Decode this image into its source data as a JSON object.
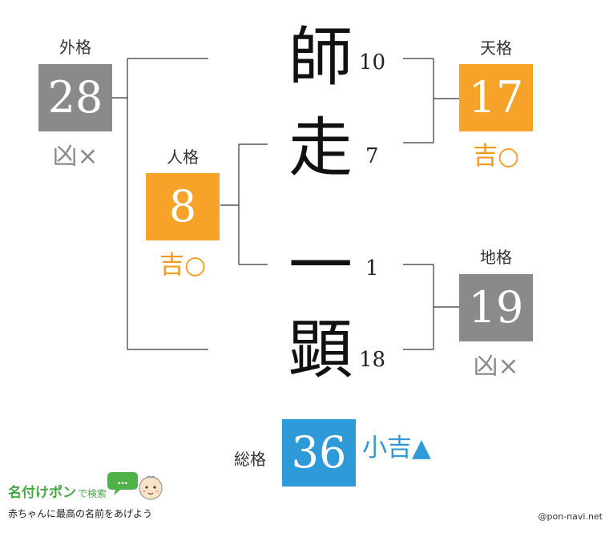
{
  "name_characters": [
    {
      "char": "師",
      "strokes": "10"
    },
    {
      "char": "走",
      "strokes": "7"
    },
    {
      "char": "一",
      "strokes": "1"
    },
    {
      "char": "顕",
      "strokes": "18"
    }
  ],
  "gaikaku": {
    "label": "外格",
    "value": "28",
    "fortune": "凶×",
    "color": "#8a8a8a"
  },
  "tenkaku": {
    "label": "天格",
    "value": "17",
    "fortune": "吉○",
    "color": "#f7a32a"
  },
  "jinkaku": {
    "label": "人格",
    "value": "8",
    "fortune": "吉○",
    "color": "#f7a32a"
  },
  "chikaku": {
    "label": "地格",
    "value": "19",
    "fortune": "凶×",
    "color": "#8a8a8a"
  },
  "soukaku": {
    "label": "総格",
    "value": "36",
    "fortune": "小吉▲",
    "color": "#2e9ad8"
  },
  "logo": {
    "title": "名付けポン",
    "title_suffix": "で検索",
    "tagline": "赤ちゃんに最高の名前をあげよう",
    "bubble_text": "…"
  },
  "credit": "@pon-navi.net"
}
